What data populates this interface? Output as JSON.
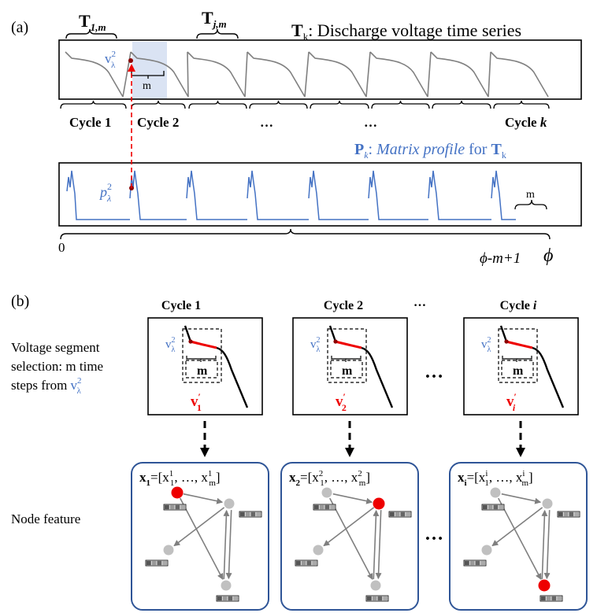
{
  "panel_a": {
    "label": "(a)",
    "t1m_label": "T",
    "t1m_sub": "1,m",
    "tjm_label": "T",
    "tjm_sub": "j,m",
    "tk_title": "T",
    "tk_sub": "k",
    "tk_text": ": Discharge voltage time series",
    "v_lambda": "v",
    "v_sup": "2",
    "v_sub": "λ",
    "m_label": "m",
    "cycle1": "Cycle 1",
    "cycle2": "Cycle 2",
    "dots1": "…",
    "dots2": "…",
    "cyclek": "Cycle",
    "cyclek_var": "k",
    "pk_title": "P",
    "pk_sub": "k",
    "pk_text1": ": ",
    "pk_text2": "Matrix profile",
    "pk_text3": " for ",
    "pk_text4": "T",
    "pk_sub2": "k",
    "p_lambda": "p",
    "p_sup": "2",
    "p_sub": "λ",
    "m2_label": "m",
    "axis_zero": "0",
    "axis_phi_m": "ϕ-m+1",
    "axis_phi": "ϕ"
  },
  "panel_b": {
    "label": "(b)",
    "headers": [
      {
        "text": "Cycle 1",
        "var": ""
      },
      {
        "text": "Cycle 2",
        "var": ""
      },
      {
        "text": "Cycle ",
        "var": "i"
      }
    ],
    "dots_header": "…",
    "dots_mid": "…",
    "dots_bottom": "…",
    "row1_label": [
      "Voltage segment",
      "selection: m time",
      "steps from "
    ],
    "row1_v": "v",
    "row1_sup": "2",
    "row1_sub": "λ",
    "row2_label": "Node feature",
    "segments": [
      {
        "v": "v",
        "sup": "2",
        "sub": "λ",
        "m": "m",
        "out": "v",
        "out_sub": "1",
        "prime": "′"
      },
      {
        "v": "v",
        "sup": "2",
        "sub": "λ",
        "m": "m",
        "out": "v",
        "out_sub": "2",
        "prime": "′"
      },
      {
        "v": "v",
        "sup": "2",
        "sub": "λ",
        "m": "m",
        "out": "v",
        "out_sub": "i",
        "prime": "′"
      }
    ],
    "nodes": [
      {
        "x": "x",
        "sub": "1",
        "eq": "=[x",
        "a_sup": "1",
        "a_sub": "1",
        "mid": ", …, x",
        "b_sup": "1",
        "b_sub": "m",
        "end": "]"
      },
      {
        "x": "x",
        "sub": "2",
        "eq": "=[x",
        "a_sup": "2",
        "a_sub": "1",
        "mid": ", …, x",
        "b_sup": "2",
        "b_sub": "m",
        "end": "]"
      },
      {
        "x": "x",
        "sub": "i",
        "eq": "=[x",
        "a_sup": "i",
        "a_sub": "1",
        "mid": ", …, x",
        "b_sup": "i",
        "b_sub": "m",
        "end": "]"
      }
    ]
  },
  "colors": {
    "voltage": "#808080",
    "profile": "#4472c4",
    "highlight": "#dae3f3",
    "red": "#ee0000",
    "node": "#c0c0c0",
    "graph_border": "#2f5597"
  }
}
